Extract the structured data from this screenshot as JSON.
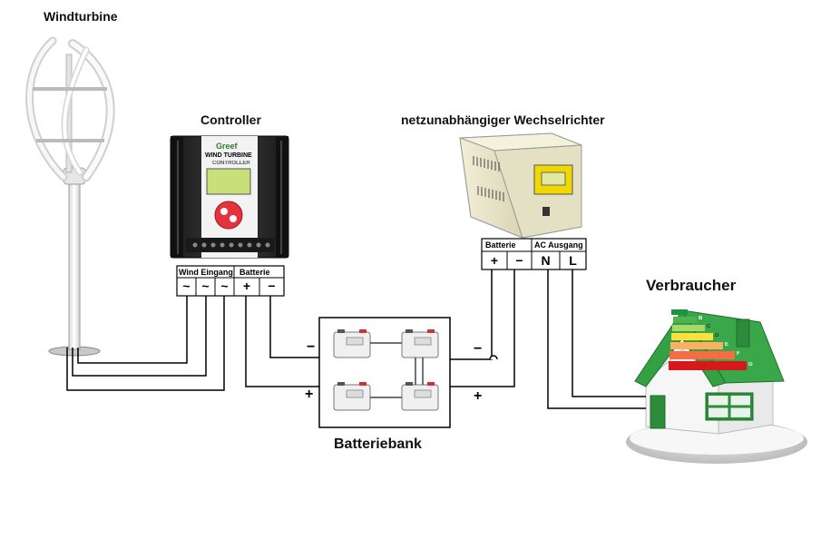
{
  "labels": {
    "windturbine": "Windturbine",
    "controller": "Controller",
    "inverter": "netzunabhängiger Wechselrichter",
    "consumer": "Verbraucher",
    "battery_bank": "Batteriebank"
  },
  "controller_device": {
    "brand": "Greef",
    "line1": "WIND TURBINE",
    "line2": "CONTROLLER"
  },
  "controller_terminals": {
    "group_wind": "Wind Eingang",
    "group_battery": "Batterie",
    "symbols": [
      "~",
      "~",
      "~",
      "+",
      "−"
    ]
  },
  "inverter_terminals": {
    "group_battery": "Batterie",
    "group_ac": "AC Ausgang",
    "symbols": [
      "+",
      "−",
      "N",
      "L"
    ]
  },
  "battery_signs": {
    "left_minus": "−",
    "left_plus": "+",
    "right_minus": "−",
    "right_plus": "+"
  },
  "energy_label_letters": [
    "A",
    "B",
    "C",
    "D",
    "E",
    "F",
    "G"
  ],
  "colors": {
    "wire": "#000000",
    "house_roof": "#3aa84a",
    "controller_body": "#2b2b2b",
    "controller_screen": "#c8e07a",
    "controller_button": "#e2343a",
    "inverter_body": "#e9e6c9",
    "inverter_display": "#f2d800"
  }
}
